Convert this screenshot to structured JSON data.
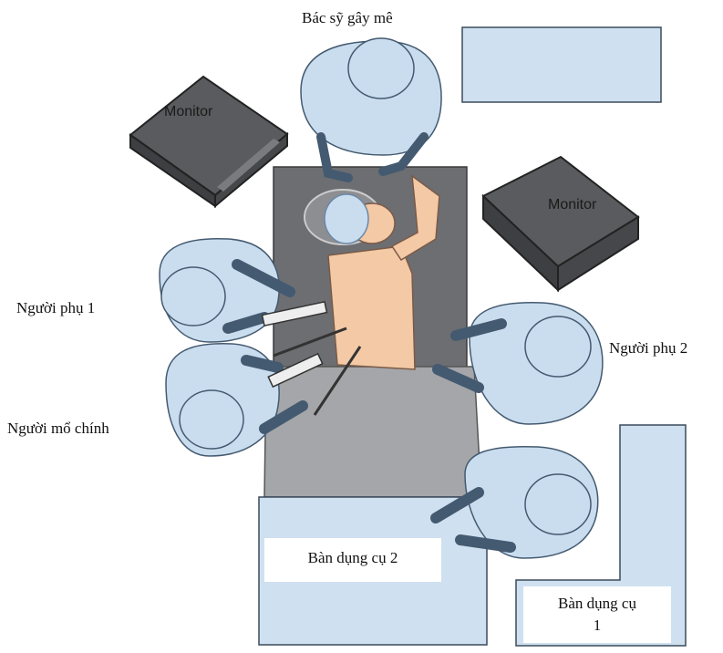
{
  "labels": {
    "anesthetist": "Bác sỹ gây mê",
    "monitor_left": "Monitor",
    "monitor_right": "Monitor",
    "assistant_1": "Người phụ 1",
    "assistant_2": "Người phụ 2",
    "main_surgeon": "Người mổ chính",
    "instrument_table_2": "Bàn dụng cụ 2",
    "instrument_table_1_line1": "Bàn dụng cụ",
    "instrument_table_1_line2": "1"
  },
  "colors": {
    "gown": "#c9ddef",
    "gown_shadow": "#9fbfdc",
    "table_dark": "#6d6e72",
    "table_gray": "#a5a6a9",
    "skin": "#f3c9a6",
    "instrument_table": "#cfe0f0",
    "monitor": "#5a5b5e",
    "monitor_dark": "#3e3f42"
  }
}
